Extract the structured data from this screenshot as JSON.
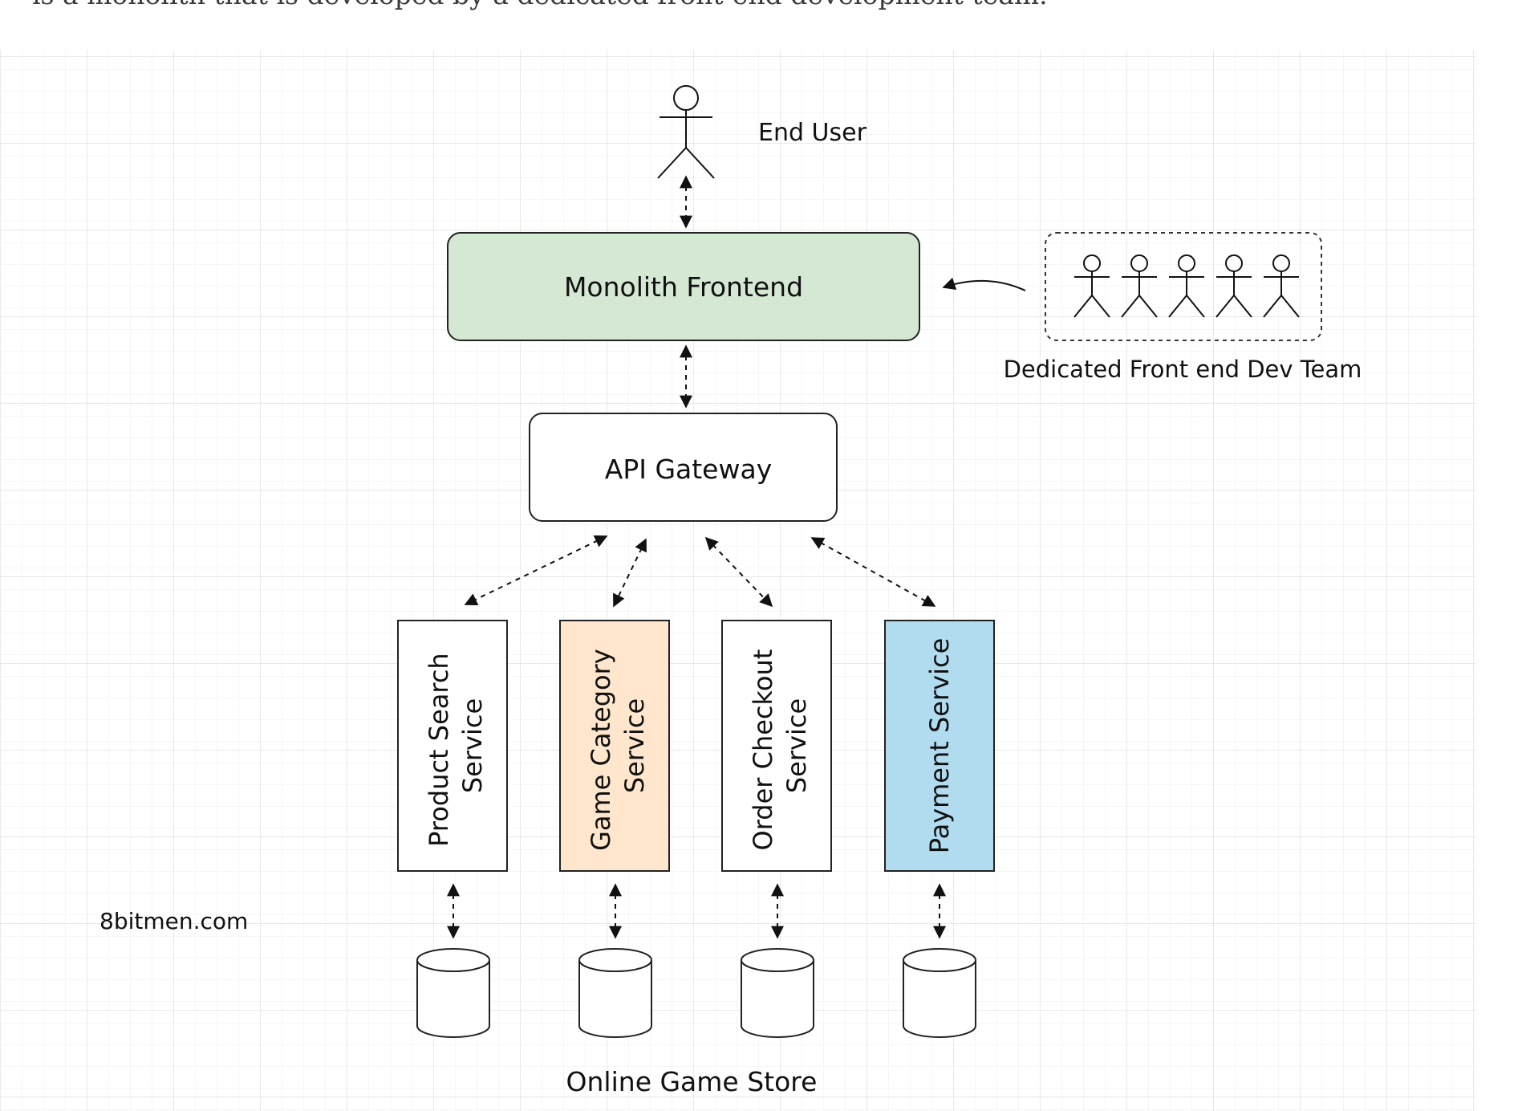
{
  "intro_text": "is a monolith that is developed by a dedicated front-end development team.",
  "diagram": {
    "end_user_label": "End User",
    "monolith_frontend_label": "Monolith Frontend",
    "api_gateway_label": "API Gateway",
    "dev_team_label": "Dedicated Front end Dev Team",
    "services": {
      "product_search": [
        "Product Search",
        "Service"
      ],
      "game_category": [
        "Game Category",
        "Service"
      ],
      "order_checkout": [
        "Order Checkout",
        "Service"
      ],
      "payment": [
        "Payment Service"
      ]
    },
    "watermark": "8bitmen.com",
    "caption": "Online Game Store"
  },
  "colors": {
    "grid_line": "#e6e6e6",
    "monolith_fill": "#d5e8d4",
    "game_category_fill": "#ffe6cc",
    "payment_fill": "#b1dcf0",
    "default_fill": "#ffffff",
    "stroke": "#222222"
  }
}
